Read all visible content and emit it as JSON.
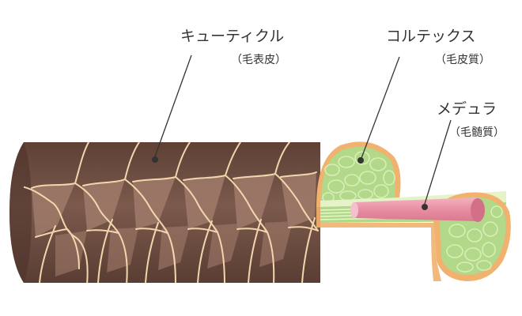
{
  "labels": {
    "cuticle": {
      "name": "キューティクル",
      "sub": "（毛表皮）"
    },
    "cortex": {
      "name": "コルテックス",
      "sub": "（毛皮質）"
    },
    "medulla": {
      "name": "メデュラ",
      "sub": "（毛髄質）"
    }
  },
  "colors": {
    "cuticle_dark": "#6b4a3e",
    "cuticle_light": "#a47e6f",
    "scale_edge": "#f2d6ad",
    "cortex_green": "#b2d889",
    "cortex_cells": "#d7efb6",
    "rim_orange": "#f0b26e",
    "medulla_pink": "#e891a4",
    "leader": "#333333"
  }
}
